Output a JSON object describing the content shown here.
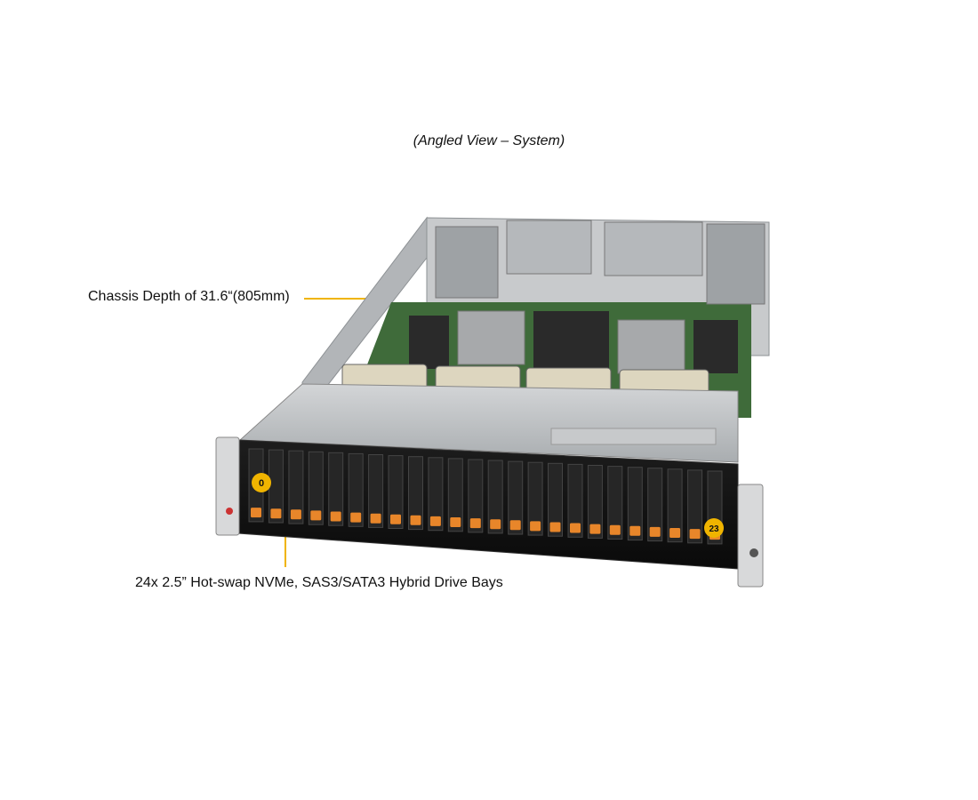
{
  "caption": "(Angled View – System)",
  "callouts": {
    "chassis_depth": "Chassis Depth of 31.6“(805mm)",
    "drive_bays": "24x 2.5” Hot-swap NVMe, SAS3/SATA3 Hybrid Drive Bays"
  },
  "drive_badges": {
    "first": "0",
    "last": "23"
  },
  "drive_bay_count": 24,
  "colors": {
    "leader": "#f0b400",
    "badge": "#f0b400",
    "drive_latch": "#e8862a",
    "chassis": "#b9bcbf",
    "board": "#3f6b3a"
  }
}
